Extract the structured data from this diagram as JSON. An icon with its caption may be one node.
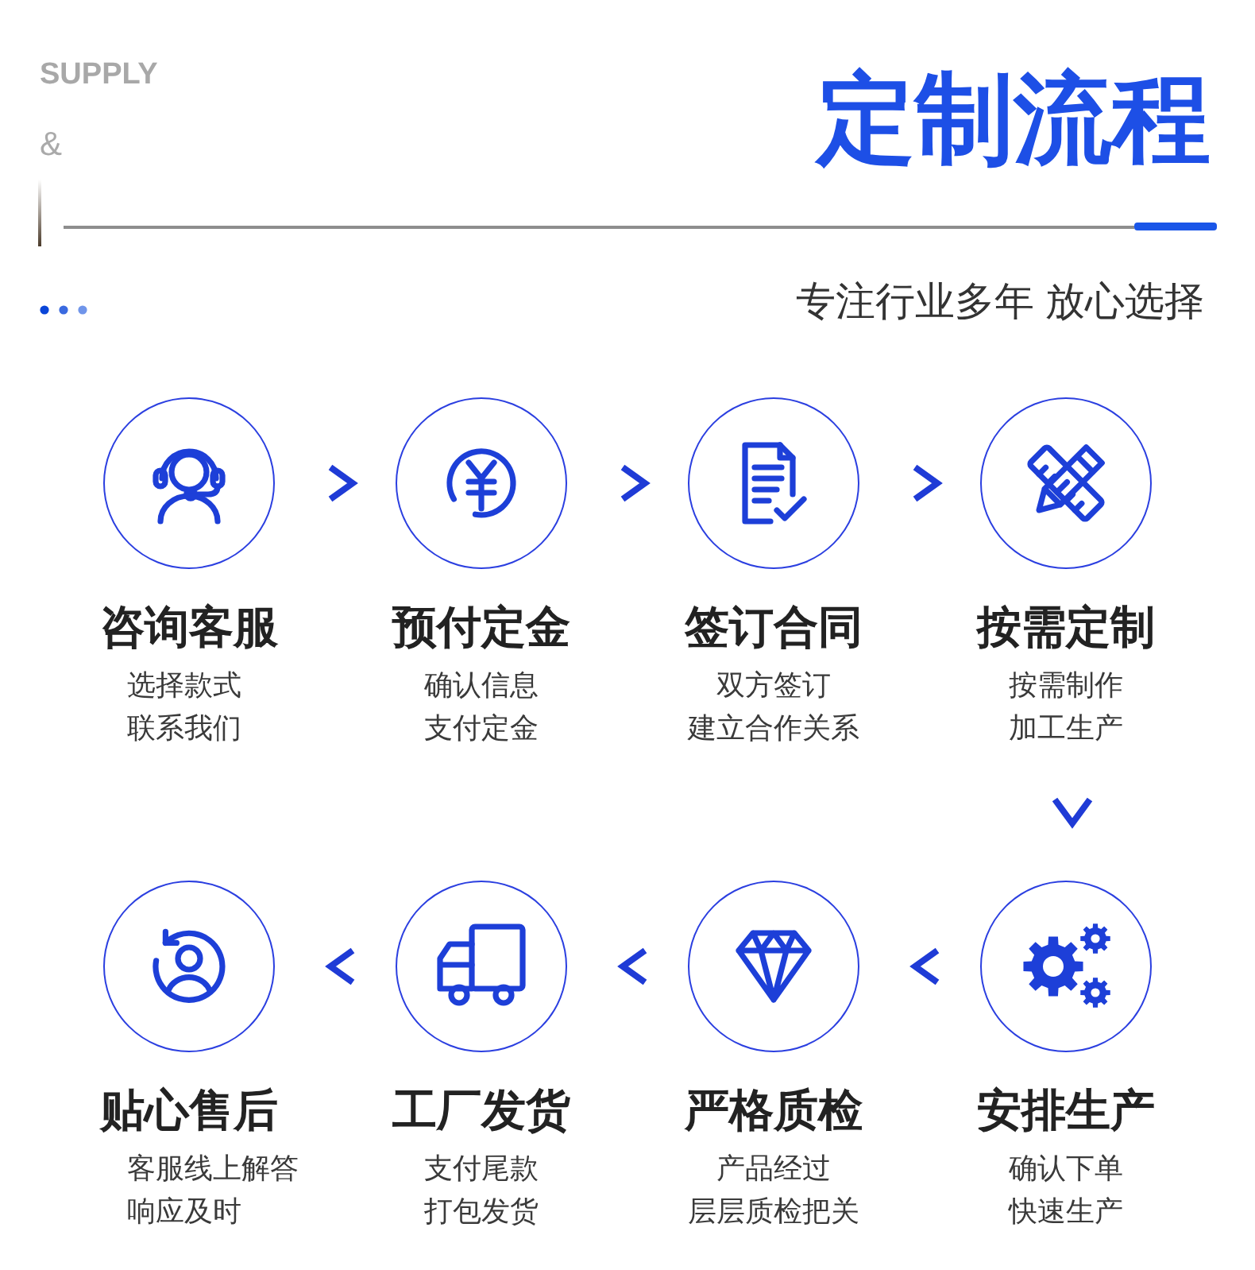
{
  "diagram": {
    "title": "定制流程",
    "nodes": [
      {
        "text": [
          "咨询客服",
          "选择款式",
          "联系我们"
        ]
      },
      {
        "text": [
          "预付定金",
          "确认信息",
          "支付定金"
        ]
      },
      {
        "text": [
          "签订合同",
          "双方签订",
          "建立合作关系"
        ]
      },
      {
        "text": [
          "按需定制",
          "按需制作",
          "加工生产"
        ]
      },
      {
        "text": [
          "安排生产",
          "确认下单",
          "快速生产"
        ]
      },
      {
        "text": [
          "严格质检",
          "产品经过",
          "层层质检把关"
        ]
      },
      {
        "text": [
          "工厂发货",
          "支付尾款",
          "打包发货"
        ]
      },
      {
        "text": [
          "贴心售后",
          "客服线上解答",
          "响应及时"
        ]
      }
    ],
    "edges": [
      {
        "from": 0,
        "to": 1,
        "arrow": "to"
      },
      {
        "from": 1,
        "to": 2,
        "arrow": "to"
      },
      {
        "from": 2,
        "to": 3,
        "arrow": "to"
      },
      {
        "from": 3,
        "to": 4,
        "arrow": "to"
      },
      {
        "from": 4,
        "to": 5,
        "arrow": "to"
      },
      {
        "from": 5,
        "to": 6,
        "arrow": "to"
      },
      {
        "from": 6,
        "to": 7,
        "arrow": "to"
      }
    ],
    "labels": [
      "SUPPLY",
      "&",
      "专注行业多年 放心选择"
    ]
  }
}
